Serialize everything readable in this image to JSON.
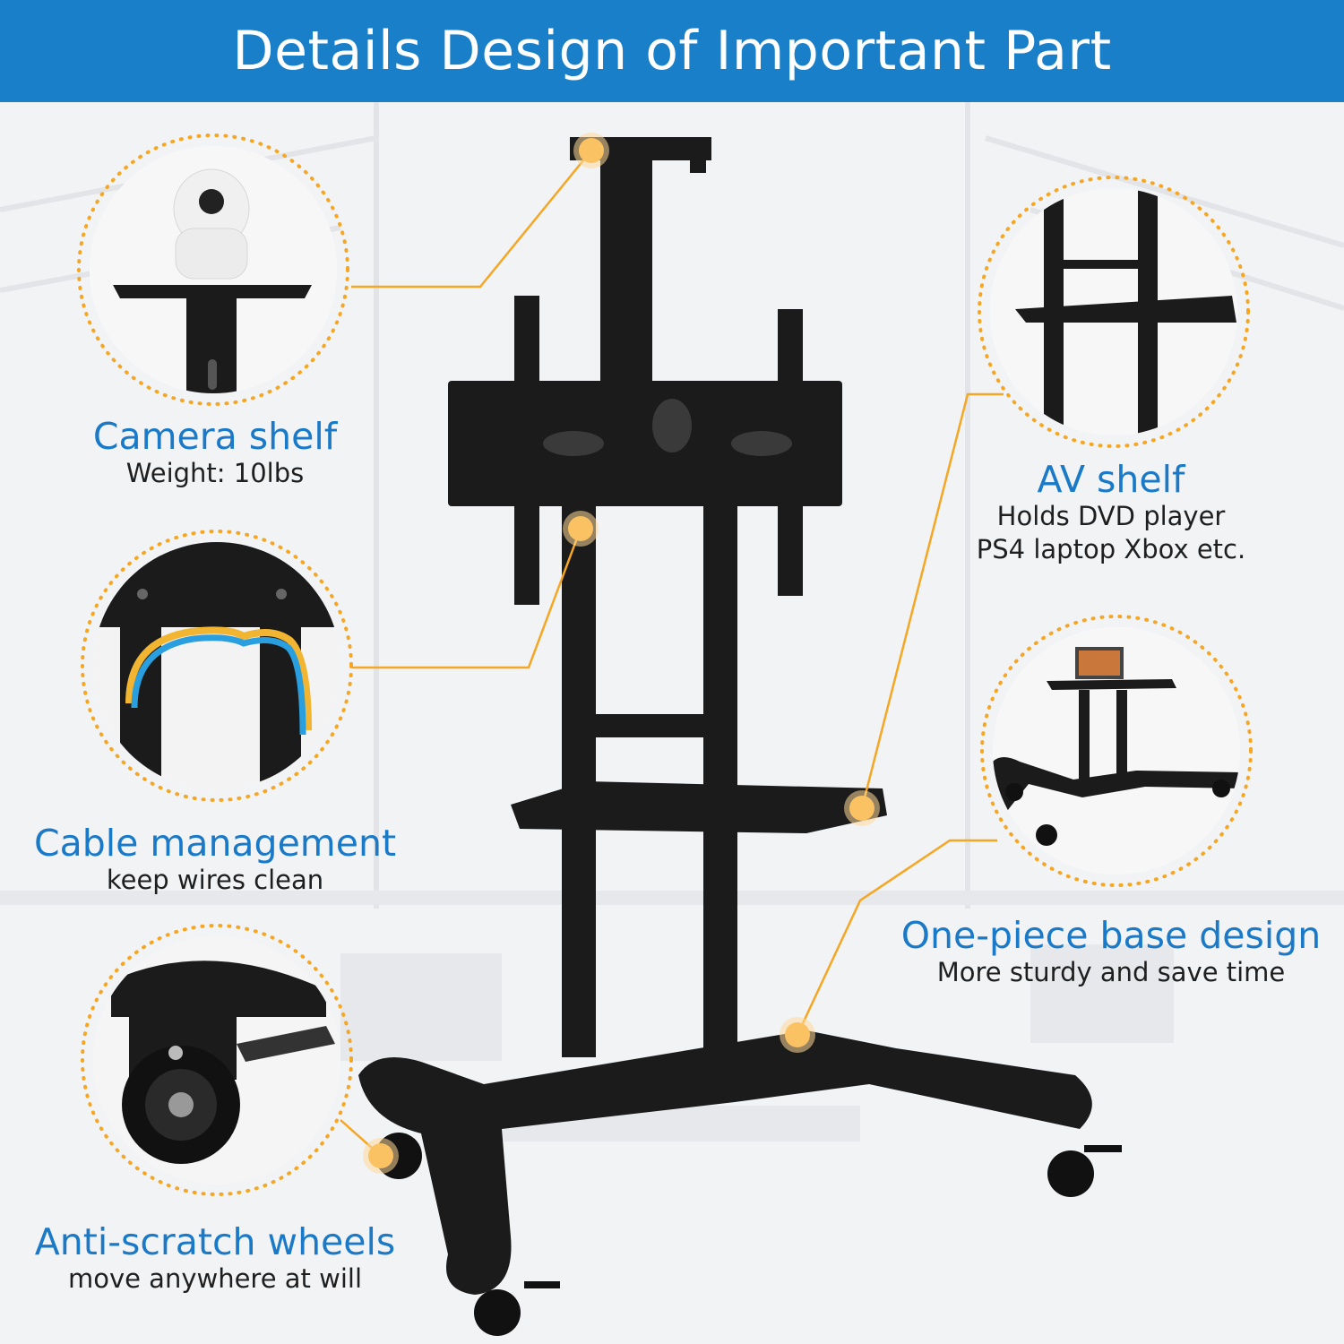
{
  "header": {
    "title": "Details Design of Important Part"
  },
  "colors": {
    "header_bg": "#1a7fc9",
    "title_blue": "#1a7ac8",
    "accent_orange": "#f5a623",
    "product_black": "#1b1b1b"
  },
  "features": [
    {
      "title": "Camera shelf",
      "desc_lines": [
        "Weight: 10lbs"
      ]
    },
    {
      "title": "AV shelf",
      "desc_lines": [
        "Holds DVD player",
        "PS4 laptop Xbox etc."
      ]
    },
    {
      "title": "Cable management",
      "desc_lines": [
        "keep wires clean"
      ]
    },
    {
      "title": "One-piece base design",
      "desc_lines": [
        "More sturdy and save time"
      ]
    },
    {
      "title": "Anti-scratch wheels",
      "desc_lines": [
        "move anywhere at will"
      ]
    }
  ]
}
